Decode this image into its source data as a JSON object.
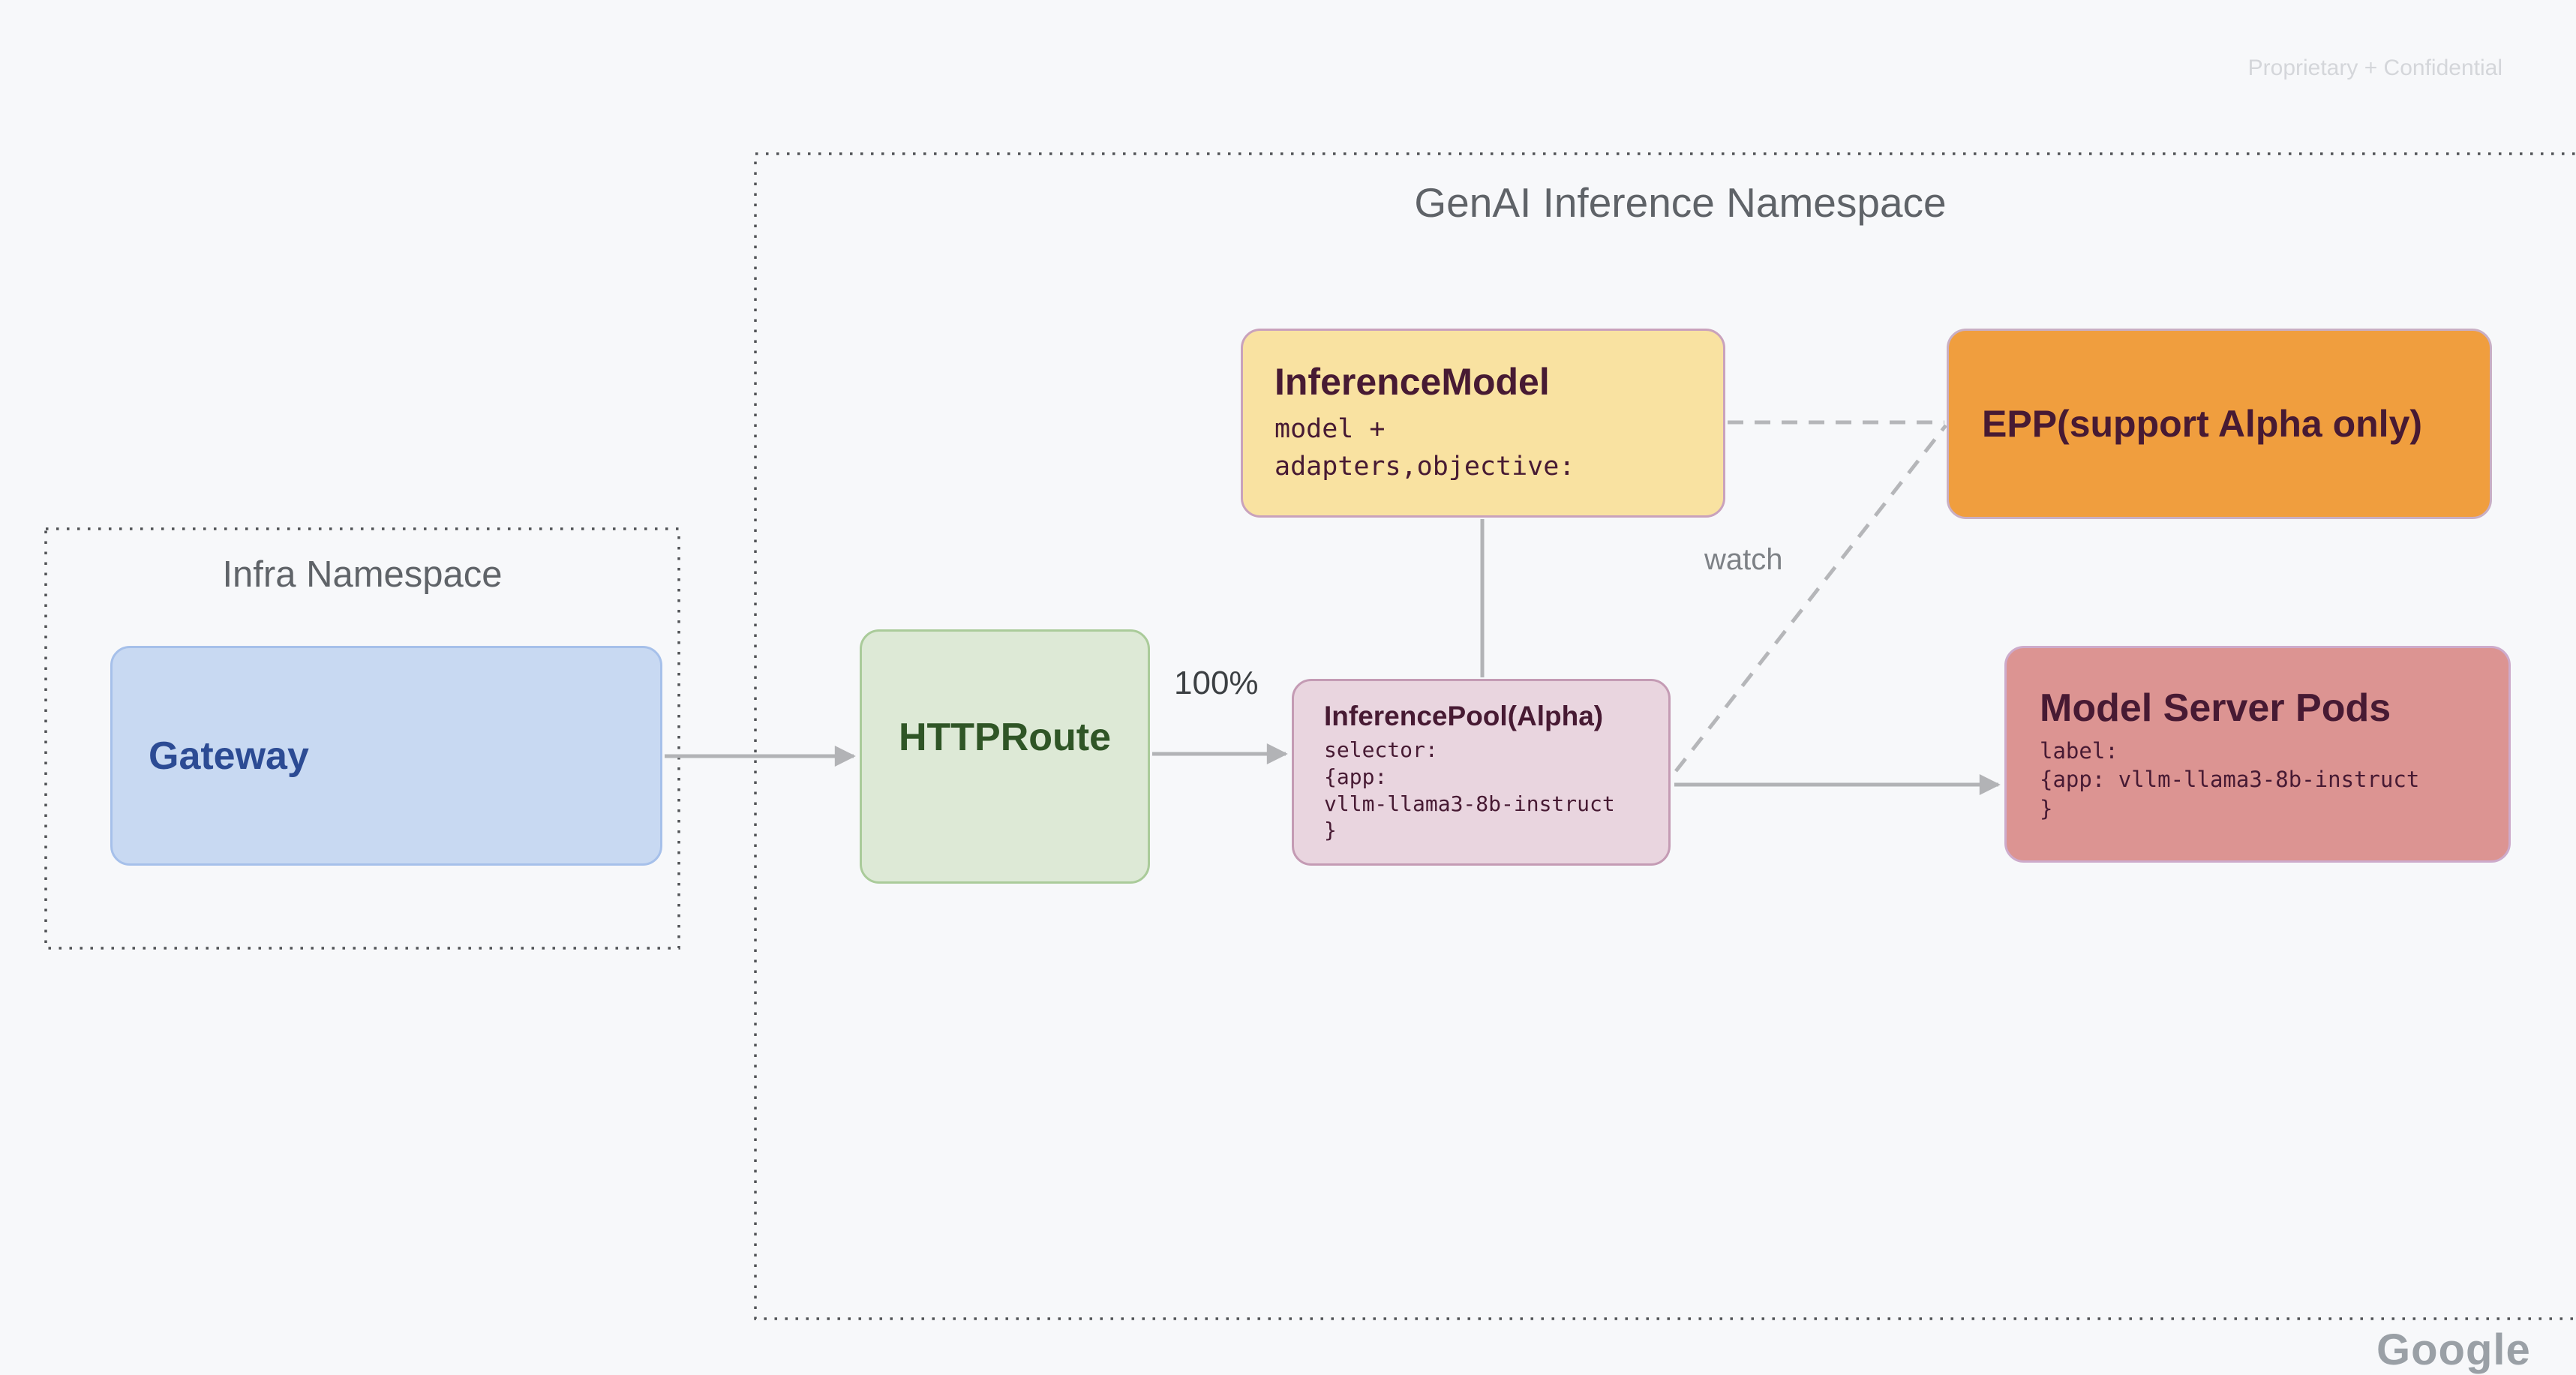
{
  "watermark": "Proprietary + Confidential",
  "footer_logo": "Google",
  "namespaces": {
    "infra": {
      "title": "Infra Namespace"
    },
    "genai": {
      "title": "GenAI Inference Namespace"
    }
  },
  "nodes": {
    "gateway": {
      "title": "Gateway"
    },
    "httproute": {
      "title": "HTTPRoute"
    },
    "inference_model": {
      "title": "InferenceModel",
      "lines": [
        "model +",
        "adapters,objective:"
      ]
    },
    "epp": {
      "title": "EPP(support Alpha only)"
    },
    "inference_pool": {
      "title": "InferencePool(Alpha)",
      "lines": [
        "selector:",
        "{app:",
        "vllm-llama3-8b-instruct",
        "}"
      ]
    },
    "model_server_pods": {
      "title": "Model Server Pods",
      "lines": [
        "label:",
        "{app: vllm-llama3-8b-instruct",
        "}"
      ]
    }
  },
  "edge_labels": {
    "weight": "100%",
    "watch": "watch"
  },
  "colors": {
    "background": "#F7F8FA",
    "namespace_dotted_border": "#515356",
    "namespace_title": "#5F6368",
    "connector_gray": "#B2B3B6",
    "gateway_fill": "#C8D9F2",
    "gateway_border": "#A6C0EA",
    "gateway_text": "#2C4B94",
    "httproute_fill": "#DDE9D6",
    "httproute_border": "#AACB9A",
    "httproute_text": "#2F5526",
    "inference_model_fill": "#F9E2A1",
    "inference_model_border": "#C9A2BC",
    "epp_fill": "#F09E3E",
    "epp_border": "#C9AFC4",
    "inference_pool_fill": "#E9D5DF",
    "inference_pool_border": "#C49BB4",
    "model_server_pods_fill": "#DC9492",
    "model_server_pods_border": "#CDABCB",
    "node_dark_text": "#471A33",
    "watermark_text": "#D4D6DA"
  }
}
